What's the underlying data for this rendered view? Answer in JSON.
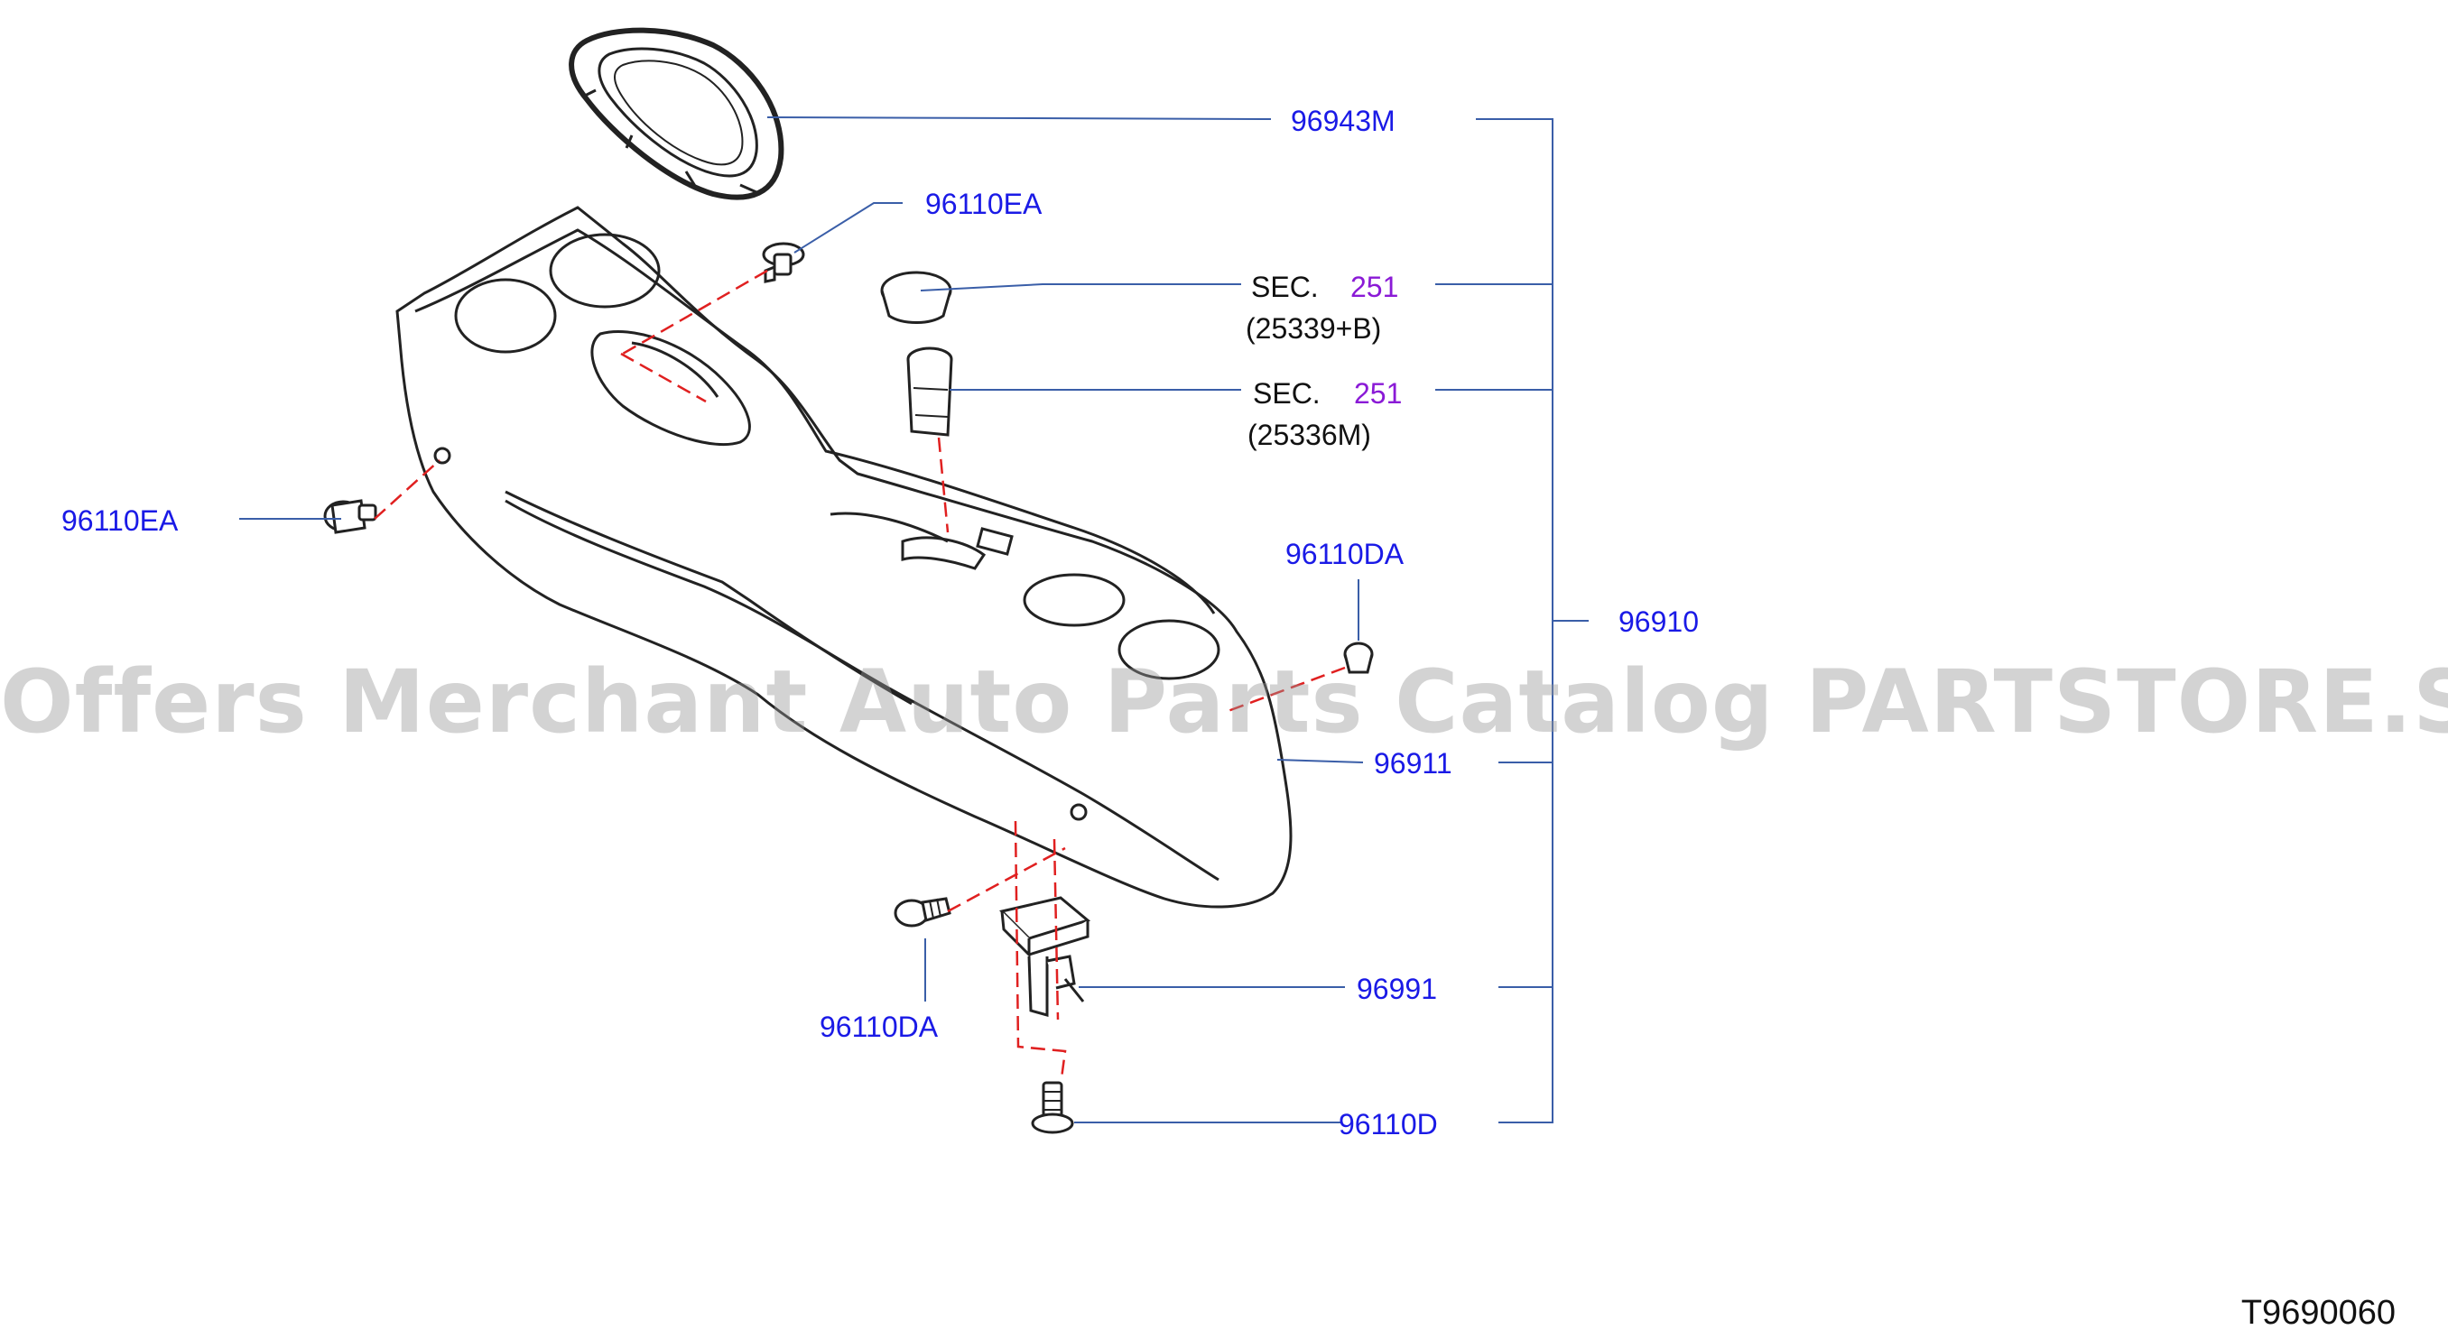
{
  "labels": {
    "p96943M": "96943M",
    "p96110EA_top": "96110EA",
    "p96110EA_left": "96110EA",
    "sec_prefix_1": "SEC.",
    "sec_num_1": "251",
    "sec_sub_1": "(25339+B)",
    "sec_prefix_2": "SEC.",
    "sec_num_2": "251",
    "sec_sub_2": "(25336M)",
    "p96110DA_right": "96110DA",
    "p96910": "96910",
    "p96911": "96911",
    "p96991": "96991",
    "p96110DA_bottom": "96110DA",
    "p96110D": "96110D"
  },
  "watermark": "Offers Merchant Auto Parts Catalog PARTSTORE.SA",
  "diagram_ref": "T9690060",
  "colors": {
    "label_blue": "#1a1ae6",
    "section_purple": "#8a1ad6",
    "leader_line": "#3a5ea8",
    "dashed_red": "#e02020",
    "part_outline": "#222222"
  }
}
